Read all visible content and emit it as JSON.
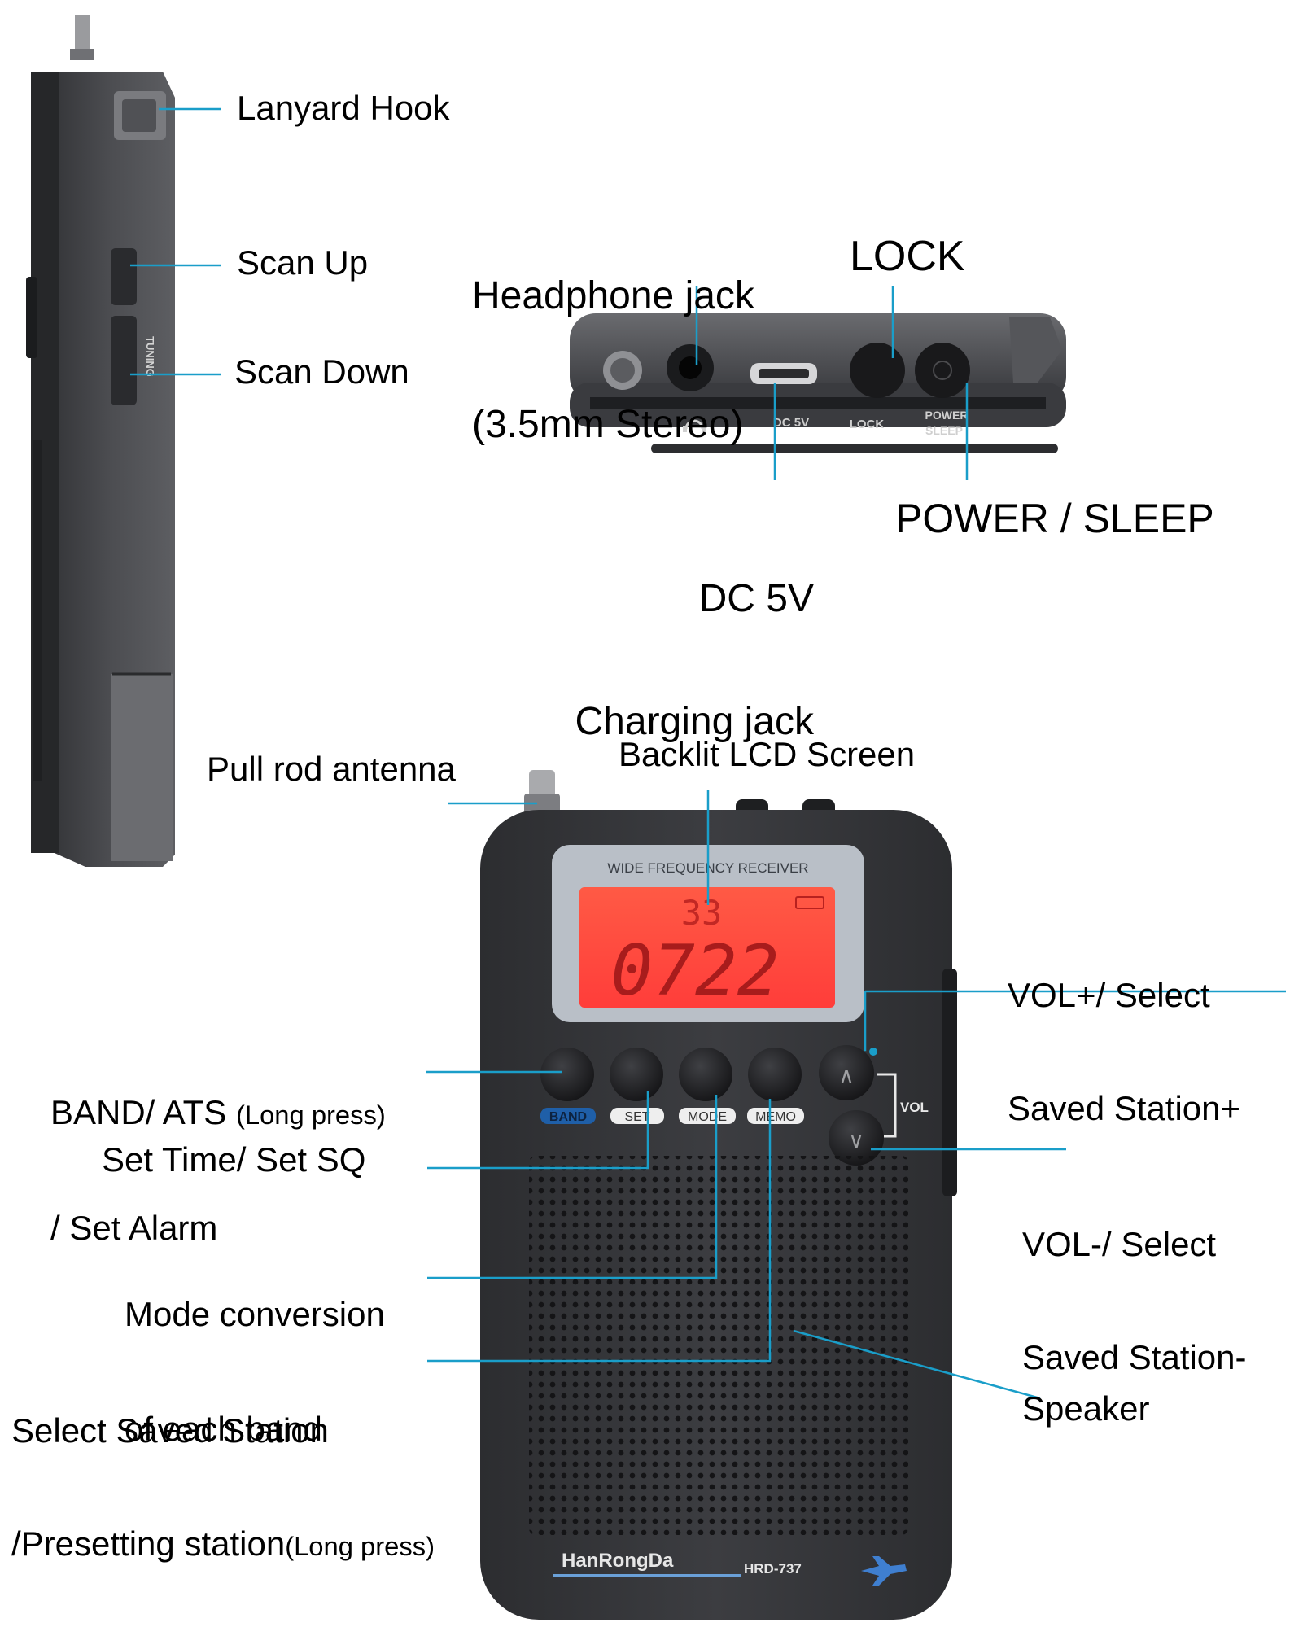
{
  "callouts": {
    "lanyard_hook": "Lanyard Hook",
    "scan_up": "Scan Up",
    "scan_down": "Scan Down",
    "headphone_jack": {
      "line1": "Headphone jack",
      "line2": "(3.5mm Stereo)"
    },
    "lock": "LOCK",
    "dc_5v": {
      "line1": "DC 5V",
      "line2": "Charging jack"
    },
    "power_sleep": "POWER / SLEEP",
    "pull_rod_antenna": "Pull rod antenna",
    "backlit_lcd": "Backlit LCD Screen",
    "vol_up": {
      "line1": "VOL+/ Select",
      "line2": "Saved Station+"
    },
    "band_ats": {
      "line1_main": "BAND/ ATS ",
      "line1_small": "(Long press)",
      "line2": "/ Set Alarm"
    },
    "vol_down": {
      "line1": "VOL-/ Select",
      "line2": "Saved Station-"
    },
    "set_time": "Set Time/ Set SQ",
    "mode_conversion": {
      "line1": "Mode conversion",
      "line2": "of each band"
    },
    "select_saved": {
      "line1": "Select Saved Station",
      "line2_main": "/Presetting station",
      "line2_small": "(Long press)"
    },
    "speaker": "Speaker"
  },
  "device": {
    "side_label": "TUNING",
    "top_panel": {
      "dc": "DC 5V",
      "lock": "LOCK",
      "power": "POWER",
      "sleep": "SLEEP"
    },
    "screen_header": "WIDE  FREQUENCY RECEIVER",
    "display_small": "33",
    "display_main": "0722",
    "buttons": {
      "band": "BAND",
      "set": "SET",
      "mode": "MODE",
      "memo": "MEMO",
      "vol": "VOL",
      "up": "∧",
      "down": "∨"
    },
    "brand": "HanRongDa",
    "model": "HRD-737"
  },
  "colors": {
    "leader_line": "#1a9ec9",
    "body": "#3a3b3e",
    "lcd": "#ff4a40",
    "band_badge": "#1f5fa8"
  }
}
